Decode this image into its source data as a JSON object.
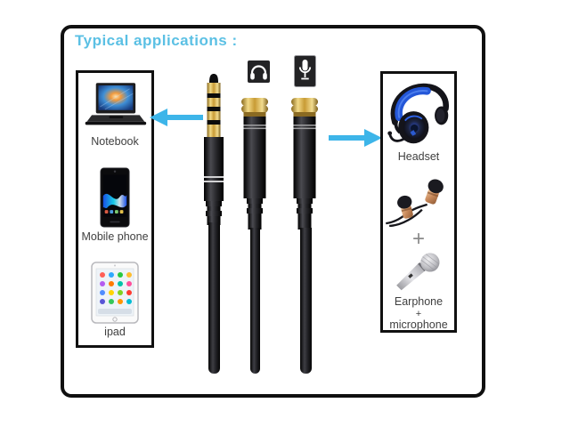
{
  "title": "Typical applications :",
  "left_box": {
    "items": [
      {
        "id": "notebook",
        "label": "Notebook",
        "icon": "laptop-illustration"
      },
      {
        "id": "mobile-phone",
        "label": "Mobile phone",
        "icon": "smartphone-illustration"
      },
      {
        "id": "ipad",
        "label": "ipad",
        "icon": "tablet-illustration"
      }
    ]
  },
  "right_box": {
    "headset_label": "Headset",
    "plus_separator": "+",
    "earphone_mic_label": {
      "line1": "Earphone",
      "line2": "+",
      "line3": "microphone"
    }
  },
  "splitter": {
    "parts": [
      "3.5mm-male-plug",
      "female-jack-headphone",
      "female-jack-microphone"
    ],
    "port_icons": [
      "headphone-icon",
      "microphone-icon"
    ],
    "arrows": [
      "left-arrow",
      "right-arrow"
    ]
  },
  "colors": {
    "title_text": "#5bc0e4",
    "arrow_blue": "#3db5e9",
    "frame_border": "#101010",
    "box_border": "#101010",
    "label_text": "#3f3f3f",
    "connector_gold": "#d9b457",
    "connector_black": "#141414"
  }
}
